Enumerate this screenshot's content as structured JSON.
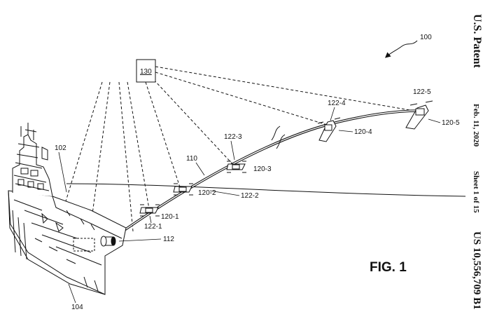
{
  "header": {
    "patent_label": "U.S. Patent",
    "date": "Feb. 11, 2020",
    "sheet": "Sheet 1 of 15",
    "patent_number": "US 10,556,709 B1"
  },
  "figure": {
    "title": "FIG. 1",
    "labels": {
      "system": "100",
      "ship": "102",
      "deck": "104",
      "tether": "110",
      "winch": "112",
      "controller": "130",
      "drone_1": "120-1",
      "drone_2": "120-2",
      "drone_3": "120-3",
      "drone_4": "120-4",
      "drone_5": "120-5",
      "link_1": "122-1",
      "link_2": "122-2",
      "link_3": "122-3",
      "link_4": "122-4",
      "link_5": "122-5"
    }
  }
}
